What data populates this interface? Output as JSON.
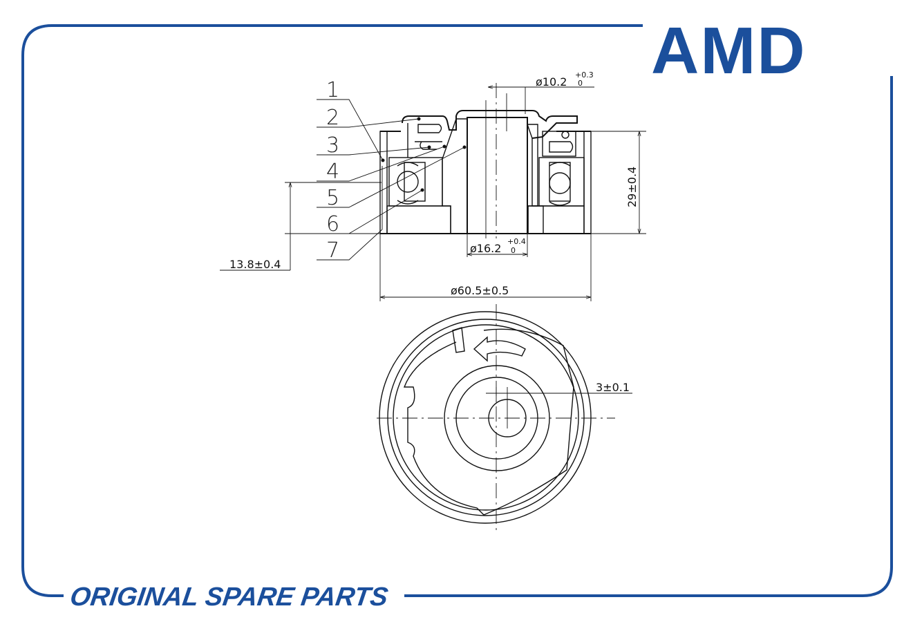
{
  "logo": {
    "text": "AMD",
    "color": "#1b4f9c"
  },
  "footer": {
    "text": "ORIGINAL SPARE PARTS"
  },
  "callouts": [
    "1",
    "2",
    "3",
    "4",
    "5",
    "6",
    "7"
  ],
  "dimensions": {
    "bore_top": {
      "value": "ø10.2",
      "upper": "+0.3",
      "lower": "0"
    },
    "height": "29±0.4",
    "offset_height": "13.8±0.4",
    "bore_bottom": {
      "value": "ø16.2",
      "upper": "+0.4",
      "lower": "0"
    },
    "outer_diameter": "ø60.5±0.5",
    "eccentricity": "3±0.1"
  }
}
